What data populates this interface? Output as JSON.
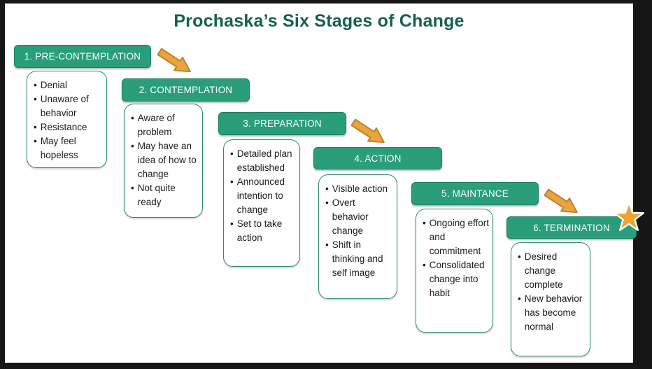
{
  "title": "Prochaska’s Six Stages of Change",
  "stages": [
    {
      "label": "1. PRE-CONTEMPLATION",
      "bullets": [
        "Denial",
        "Unaware of behavior",
        "Resistance",
        "May feel hopeless"
      ]
    },
    {
      "label": "2. CONTEMPLATION",
      "bullets": [
        "Aware of problem",
        "May have an idea of how to change",
        "Not quite ready"
      ]
    },
    {
      "label": "3. PREPARATION",
      "bullets": [
        "Detailed plan established",
        "Announced intention to change",
        "Set to take action"
      ]
    },
    {
      "label": "4. ACTION",
      "bullets": [
        "Visible action",
        "Overt behavior change",
        "Shift in thinking and self image"
      ]
    },
    {
      "label": "5. MAINTANCE",
      "bullets": [
        "Ongoing effort and commitment",
        "Consolidated change into habit"
      ]
    },
    {
      "label": "6. TERMINATION",
      "bullets": [
        "Desired change complete",
        "New behavior has become normal"
      ]
    }
  ],
  "icons": {
    "arrow": "diagonal-down-right-arrow",
    "star": "five-point-star"
  },
  "colors": {
    "title_text": "#17604e",
    "header_fill": "#2a9e7b",
    "header_border": "#1f7f62",
    "header_text": "#ffffff",
    "box_border": "#2e8c6e",
    "bullet_text": "#1c1c1c",
    "arrow_fill": "#eaa43c",
    "arrow_border": "#bd812a",
    "star_fill": "#f0a330",
    "frame": "#161616"
  }
}
